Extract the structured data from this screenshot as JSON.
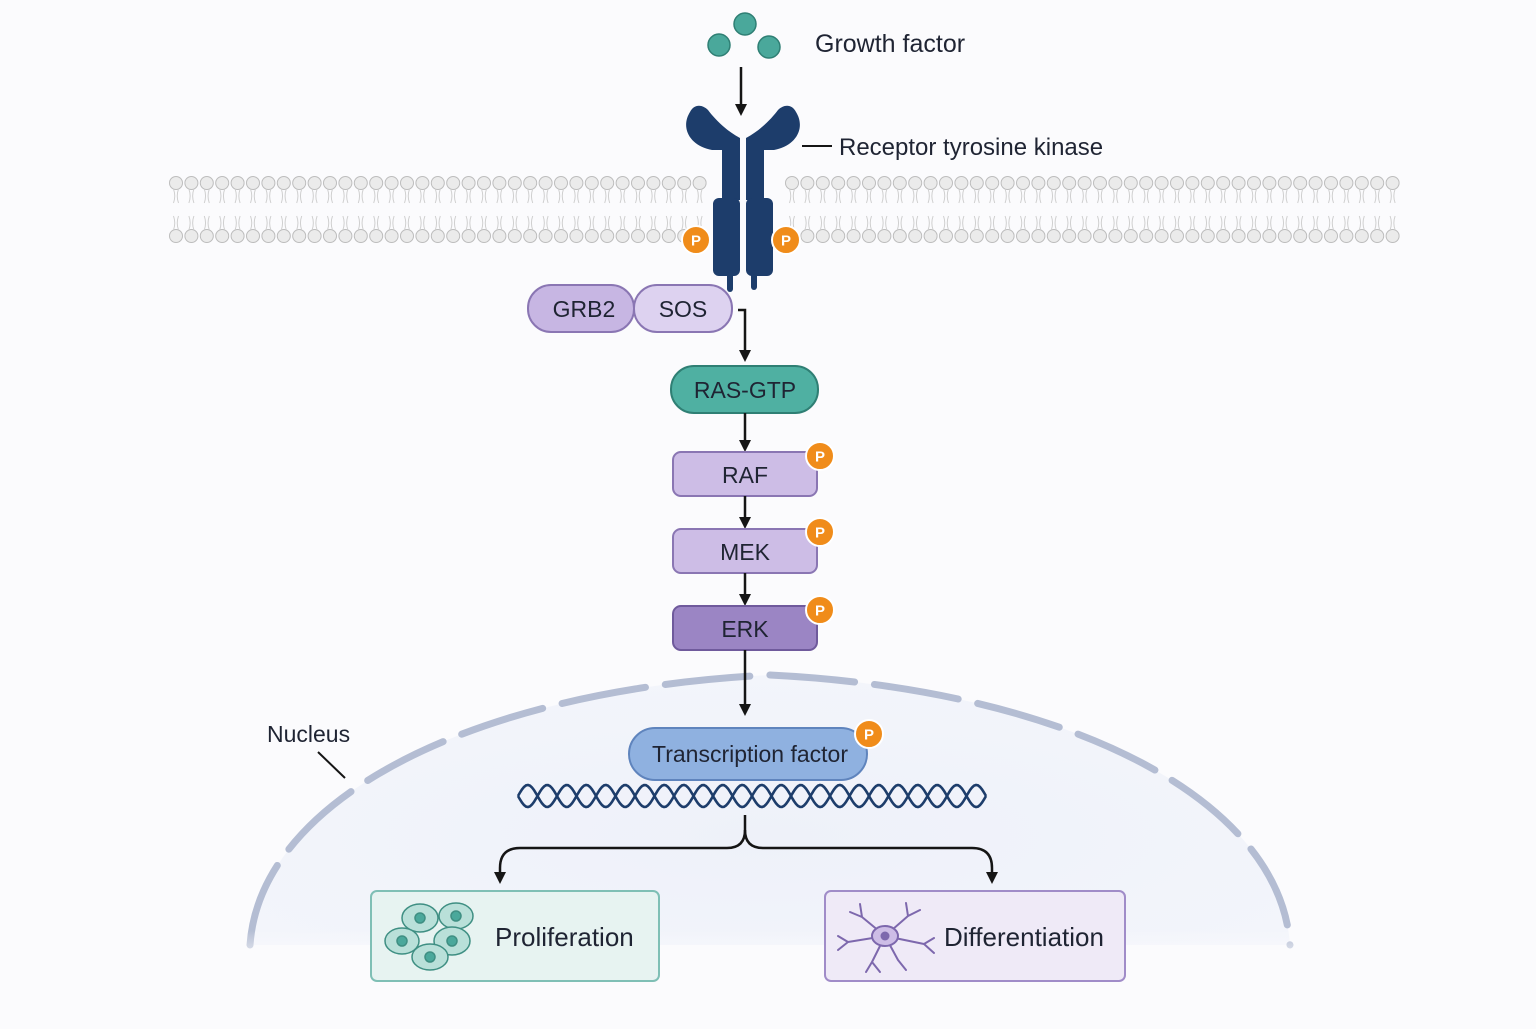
{
  "labels": {
    "growth_factor": "Growth factor",
    "receptor": "Receptor tyrosine kinase",
    "nucleus": "Nucleus",
    "phospho": "P"
  },
  "nodes": {
    "grb2": "GRB2",
    "sos": "SOS",
    "ras": "RAS-GTP",
    "raf": "RAF",
    "mek": "MEK",
    "erk": "ERK",
    "tf": "Transcription factor"
  },
  "outcomes": {
    "proliferation": "Proliferation",
    "differentiation": "Differentiation"
  },
  "colors": {
    "ligand": "#4aa89b",
    "receptor": "#1d3d6b",
    "phospho": "#f08c1a",
    "ras": "#4fb0a2",
    "kinase_light": "#cdbde6",
    "kinase_dark": "#9b85c4",
    "tf": "#8fb1e0",
    "dna": "#1d3d6b",
    "membrane": "#c9c9c9",
    "nuclear_envelope": "#b4bdd3"
  },
  "icons": {
    "ligand": "ligand-molecule-icon",
    "proliferation": "cell-cluster-icon",
    "differentiation": "neuron-icon"
  }
}
